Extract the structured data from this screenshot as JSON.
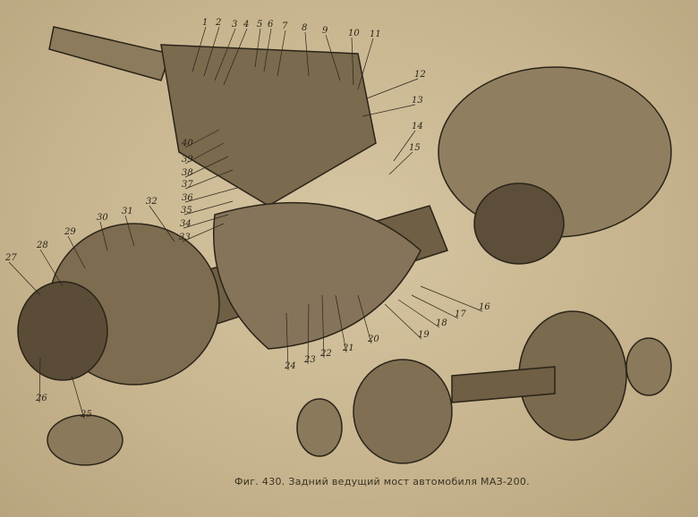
{
  "caption": "Фиг. 430. Задний ведущий мост автомобиля МАЗ-200.",
  "callouts": [
    "1",
    "2",
    "3",
    "4",
    "5",
    "6",
    "7",
    "8",
    "9",
    "10",
    "11",
    "12",
    "13",
    "14",
    "15",
    "16",
    "17",
    "18",
    "19",
    "20",
    "21",
    "22",
    "23",
    "24",
    "25",
    "26",
    "27",
    "28",
    "29",
    "30",
    "31",
    "32",
    "33",
    "34",
    "35",
    "36",
    "37",
    "38",
    "39",
    "40"
  ]
}
